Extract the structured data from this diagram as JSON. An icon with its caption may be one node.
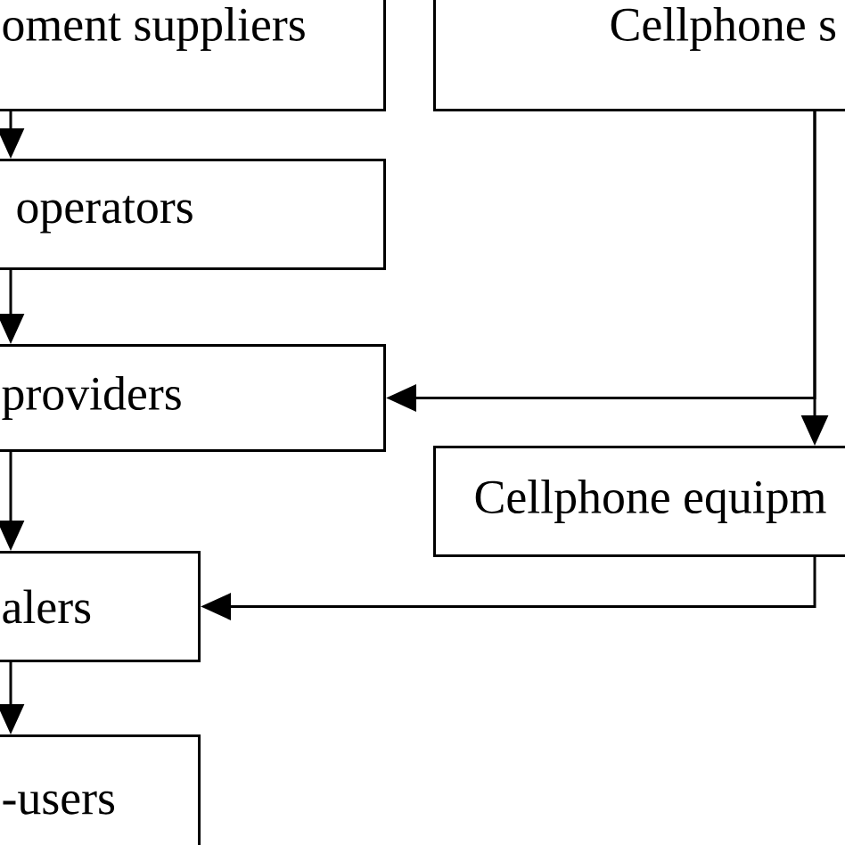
{
  "diagram": {
    "nodes": [
      {
        "text": [
          "oment suppliers"
        ]
      },
      {
        "text": [
          "operators"
        ]
      },
      {
        "text": [
          "providers"
        ]
      },
      {
        "text": [
          "alers"
        ]
      },
      {
        "text": [
          "-users"
        ]
      },
      {
        "text": [
          "Cellphone s"
        ]
      },
      {
        "text": [
          "Cellphone equipm"
        ]
      }
    ],
    "edges": [
      {
        "from": 0,
        "to": 1,
        "arrow": "to"
      },
      {
        "from": 1,
        "to": 2,
        "arrow": "to"
      },
      {
        "from": 2,
        "to": 3,
        "arrow": "to"
      },
      {
        "from": 3,
        "to": 4,
        "arrow": "to"
      },
      {
        "from": 5,
        "to": 2,
        "arrow": "to"
      },
      {
        "from": 5,
        "to": 6,
        "arrow": "to"
      },
      {
        "from": 6,
        "to": 3,
        "arrow": "to"
      }
    ]
  }
}
